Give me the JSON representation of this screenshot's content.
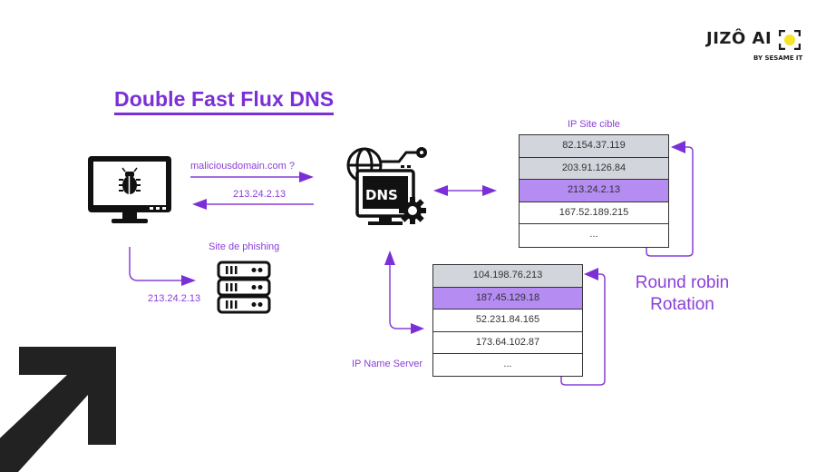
{
  "title": "Double Fast Flux DNS",
  "brand": {
    "name": "JIZÔ AI",
    "tagline": "BY SESAME IT",
    "accent": "#f5e52a"
  },
  "colors": {
    "accent_purple": "#7b2fd6",
    "highlight_row": "#b48cf2",
    "grey_row": "#d2d5db",
    "icon_black": "#111111"
  },
  "client": {
    "icon": "infected-computer-icon",
    "query_label": "maliciousdomain.com ?",
    "response_label": "213.24.2.13",
    "phishing_path_label": "213.24.2.13"
  },
  "phishing_site": {
    "label": "Site de phishing",
    "icon": "server-rack-icon"
  },
  "dns_server": {
    "icon": "dns-server-icon",
    "icon_text": "DNS"
  },
  "ip_site_cible": {
    "label": "IP Site cible",
    "rows": [
      {
        "ip": "82.154.37.119",
        "state": "used"
      },
      {
        "ip": "203.91.126.84",
        "state": "used"
      },
      {
        "ip": "213.24.2.13",
        "state": "current"
      },
      {
        "ip": "167.52.189.215",
        "state": "pending"
      },
      {
        "ip": "...",
        "state": "pending"
      }
    ]
  },
  "ip_name_server": {
    "label": "IP Name Server",
    "rows": [
      {
        "ip": "104.198.76.213",
        "state": "used"
      },
      {
        "ip": "187.45.129.18",
        "state": "current"
      },
      {
        "ip": "52.231.84.165",
        "state": "pending"
      },
      {
        "ip": "173.64.102.87",
        "state": "pending"
      },
      {
        "ip": "...",
        "state": "pending"
      }
    ]
  },
  "rotation_label": {
    "line1": "Round robin",
    "line2": "Rotation"
  },
  "decor": {
    "corner_arrow_icon": "arrow-up-right-icon"
  }
}
